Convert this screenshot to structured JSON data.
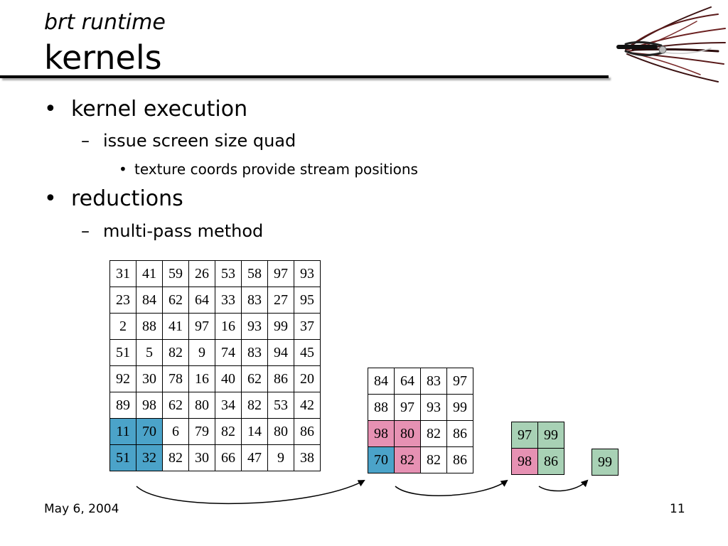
{
  "header": {
    "subtitle": "brt runtime",
    "title": "kernels"
  },
  "bullets": [
    {
      "level": 1,
      "marker": "•",
      "text": "kernel execution"
    },
    {
      "level": 2,
      "marker": "–",
      "text": "issue screen size quad"
    },
    {
      "level": 3,
      "marker": "•",
      "text": "texture coords provide stream positions"
    },
    {
      "level": 1,
      "marker": "•",
      "text": "reductions"
    },
    {
      "level": 2,
      "marker": "–",
      "text": "multi-pass method"
    }
  ],
  "colors": {
    "blue": "#4ba3c9",
    "pink": "#e691b3",
    "green": "#a8d1b5",
    "white": "#ffffff"
  },
  "grids": [
    {
      "rows": [
        [
          "31",
          "41",
          "59",
          "26",
          "53",
          "58",
          "97",
          "93"
        ],
        [
          "23",
          "84",
          "62",
          "64",
          "33",
          "83",
          "27",
          "95"
        ],
        [
          "2",
          "88",
          "41",
          "97",
          "16",
          "93",
          "99",
          "37"
        ],
        [
          "51",
          "5",
          "82",
          "9",
          "74",
          "83",
          "94",
          "45"
        ],
        [
          "92",
          "30",
          "78",
          "16",
          "40",
          "62",
          "86",
          "20"
        ],
        [
          "89",
          "98",
          "62",
          "80",
          "34",
          "82",
          "53",
          "42"
        ],
        [
          "11",
          "70",
          "6",
          "79",
          "82",
          "14",
          "80",
          "86"
        ],
        [
          "51",
          "32",
          "82",
          "30",
          "66",
          "47",
          "9",
          "38"
        ]
      ],
      "highlight": [
        [
          "w",
          "w",
          "w",
          "w",
          "w",
          "w",
          "w",
          "w"
        ],
        [
          "w",
          "w",
          "w",
          "w",
          "w",
          "w",
          "w",
          "w"
        ],
        [
          "w",
          "w",
          "w",
          "w",
          "w",
          "w",
          "w",
          "w"
        ],
        [
          "w",
          "w",
          "w",
          "w",
          "w",
          "w",
          "w",
          "w"
        ],
        [
          "w",
          "w",
          "w",
          "w",
          "w",
          "w",
          "w",
          "w"
        ],
        [
          "w",
          "w",
          "w",
          "w",
          "w",
          "w",
          "w",
          "w"
        ],
        [
          "b",
          "b",
          "w",
          "w",
          "w",
          "w",
          "w",
          "w"
        ],
        [
          "b",
          "b",
          "w",
          "w",
          "w",
          "w",
          "w",
          "w"
        ]
      ]
    },
    {
      "rows": [
        [
          "84",
          "64",
          "83",
          "97"
        ],
        [
          "88",
          "97",
          "93",
          "99"
        ],
        [
          "98",
          "80",
          "82",
          "86"
        ],
        [
          "70",
          "82",
          "82",
          "86"
        ]
      ],
      "highlight": [
        [
          "w",
          "w",
          "w",
          "w"
        ],
        [
          "w",
          "w",
          "w",
          "w"
        ],
        [
          "p",
          "p",
          "w",
          "w"
        ],
        [
          "b",
          "p",
          "w",
          "w"
        ]
      ]
    },
    {
      "rows": [
        [
          "97",
          "99"
        ],
        [
          "98",
          "86"
        ]
      ],
      "highlight": [
        [
          "g",
          "g"
        ],
        [
          "p",
          "g"
        ]
      ]
    },
    {
      "rows": [
        [
          "99"
        ]
      ],
      "highlight": [
        [
          "g"
        ]
      ]
    }
  ],
  "footer": {
    "date": "May 6, 2004",
    "page": "11"
  }
}
